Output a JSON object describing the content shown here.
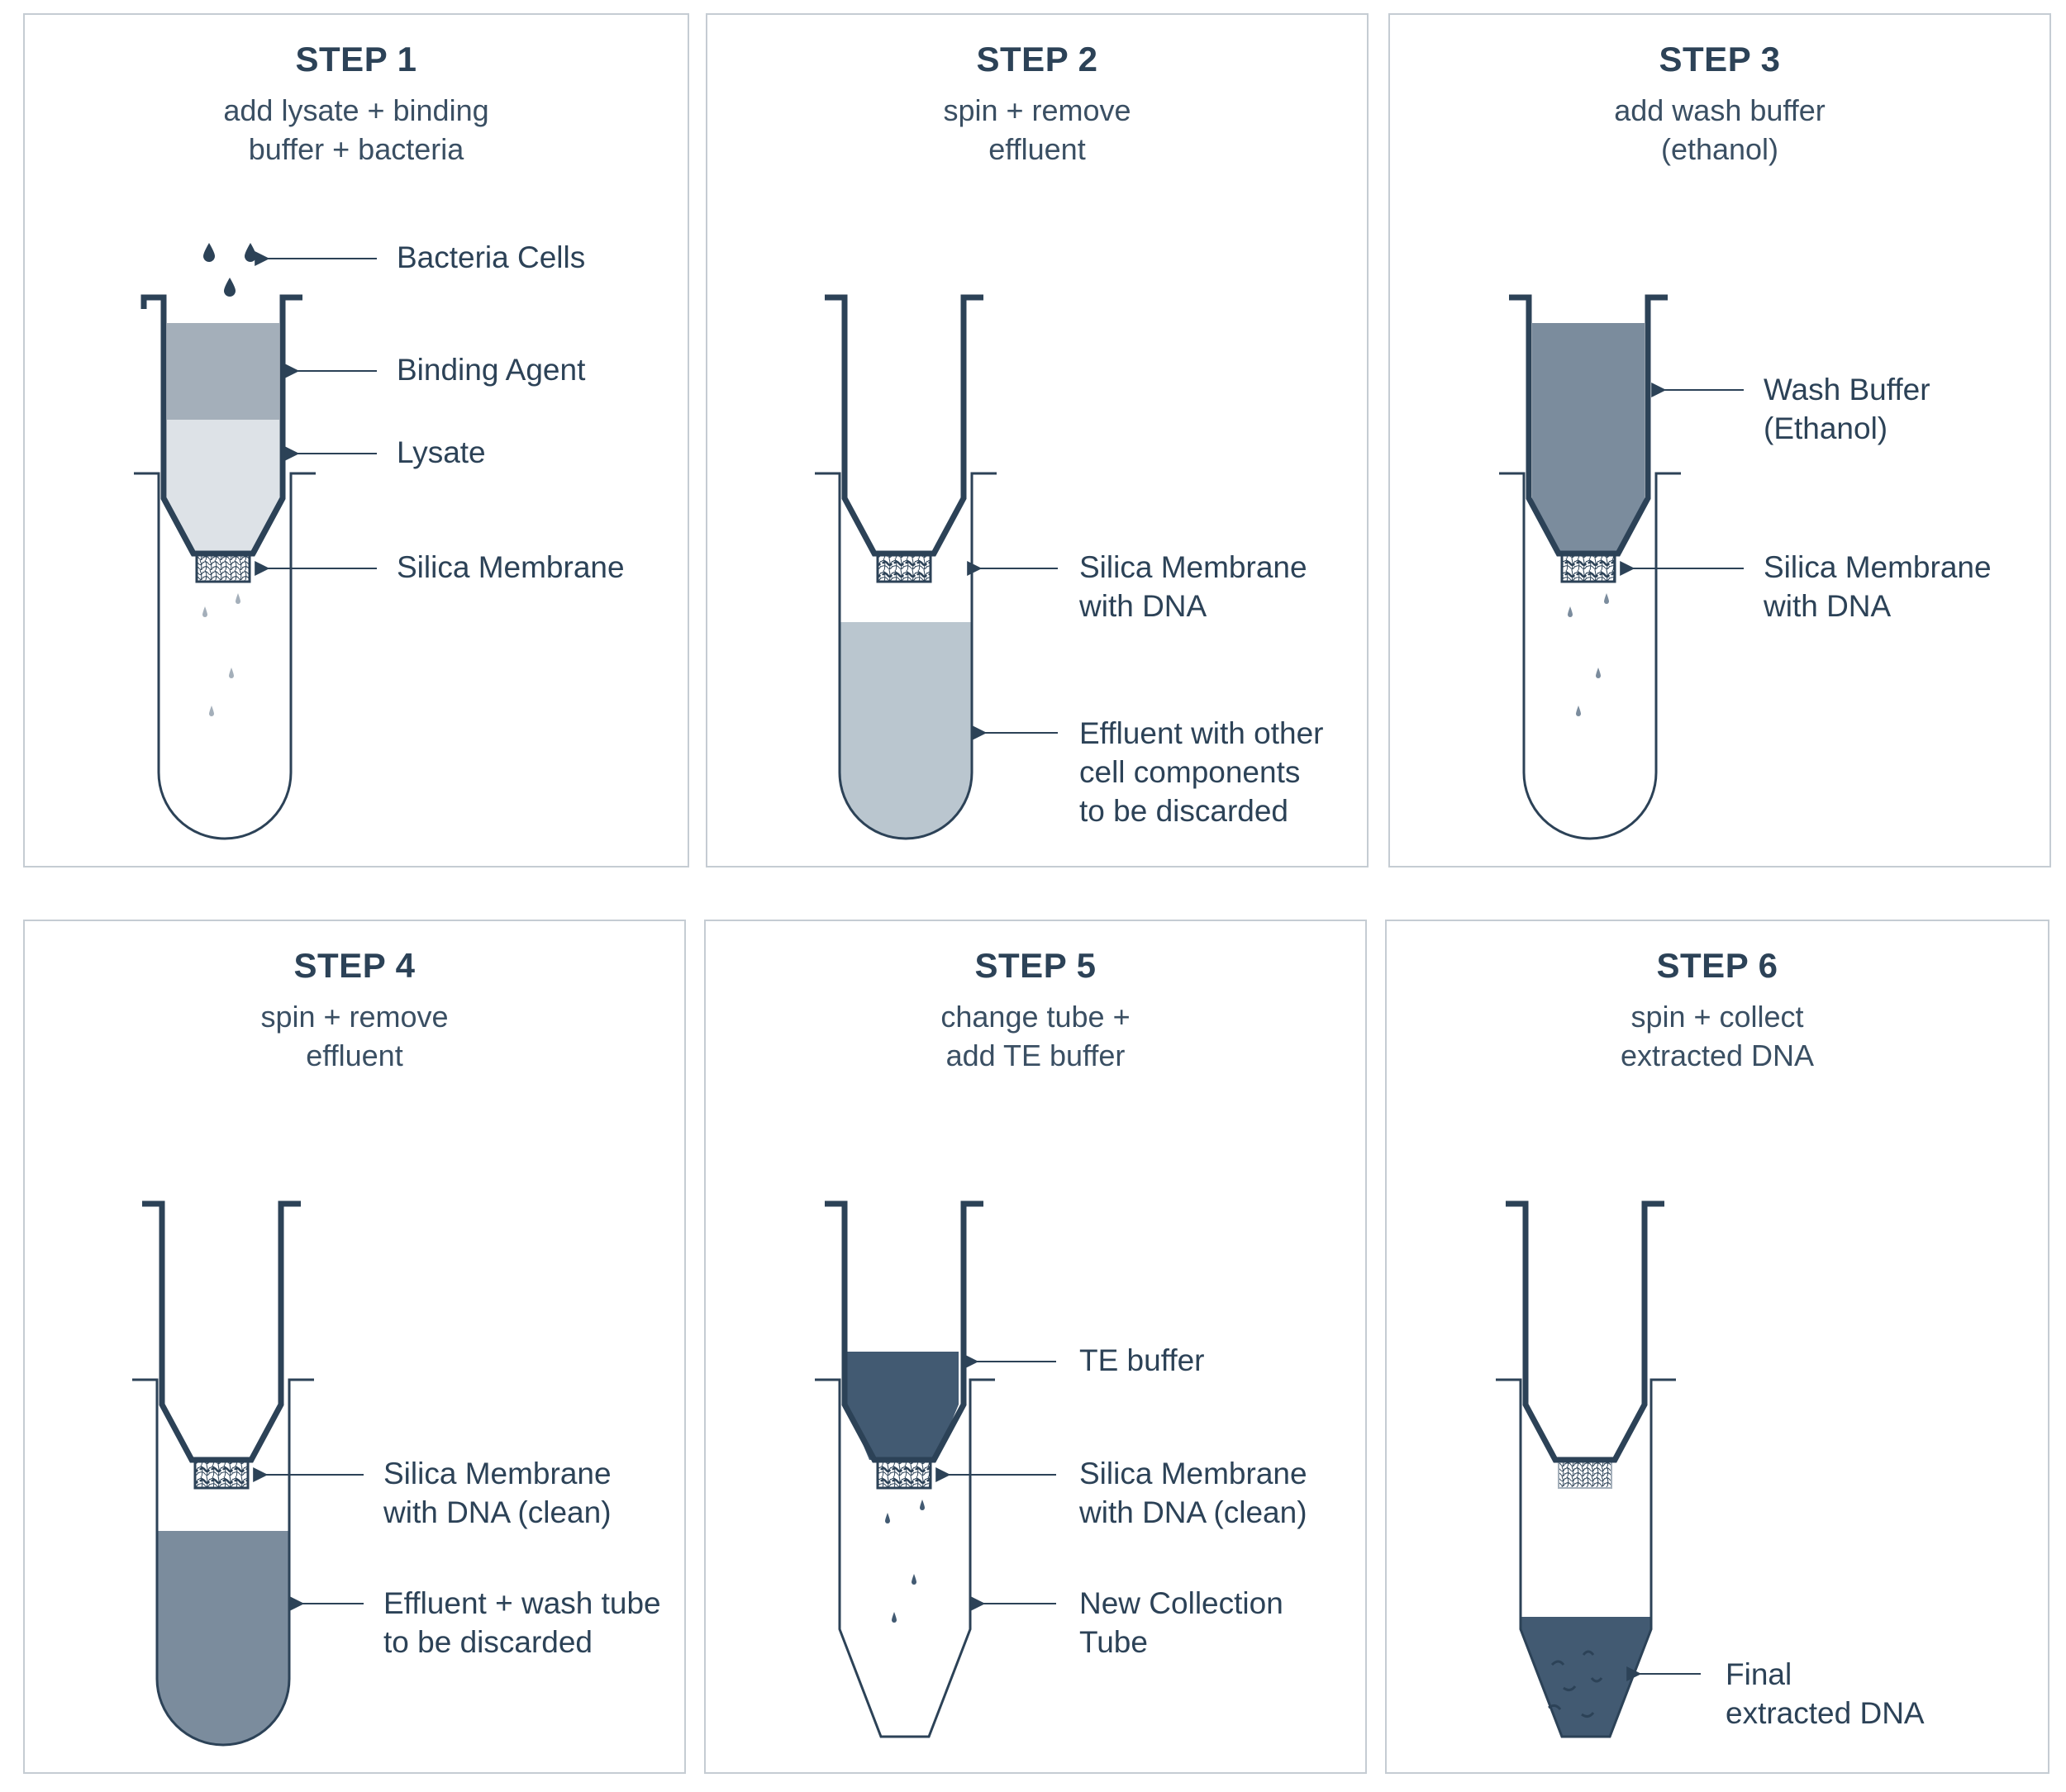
{
  "colors": {
    "ink": "#2c4257",
    "frame": "#c5ccd3",
    "light": "#dde2e7",
    "pale": "#bac6cf",
    "mid": "#a4afba",
    "slate": "#7b8c9d",
    "dark": "#425a72"
  },
  "steps": [
    {
      "title": "STEP 1",
      "subtitle": [
        "add lysate + binding",
        "buffer + bacteria"
      ],
      "labels": {
        "cells": "Bacteria Cells",
        "binding": "Binding Agent",
        "lysate": "Lysate",
        "membrane": "Silica Membrane"
      }
    },
    {
      "title": "STEP 2",
      "subtitle": [
        "spin + remove",
        "effluent"
      ],
      "labels": {
        "membrane": [
          "Silica Membrane",
          "with DNA"
        ],
        "effluent": [
          "Effluent with other",
          "cell components",
          "to be discarded"
        ]
      }
    },
    {
      "title": "STEP 3",
      "subtitle": [
        "add wash buffer",
        "(ethanol)"
      ],
      "labels": {
        "wash": [
          "Wash Buffer",
          "(Ethanol)"
        ],
        "membrane": [
          "Silica Membrane",
          "with DNA"
        ]
      }
    },
    {
      "title": "STEP 4",
      "subtitle": [
        "spin + remove",
        "effluent"
      ],
      "labels": {
        "membrane": [
          "Silica Membrane",
          "with DNA (clean)"
        ],
        "effluent": [
          "Effluent + wash tube",
          "to be discarded"
        ]
      }
    },
    {
      "title": "STEP 5",
      "subtitle": [
        "change tube +",
        "add TE buffer"
      ],
      "labels": {
        "te": "TE buffer",
        "membrane": [
          "Silica Membrane",
          "with DNA (clean)"
        ],
        "tube": [
          "New Collection",
          "Tube"
        ]
      }
    },
    {
      "title": "STEP 6",
      "subtitle": [
        "spin + collect",
        "extracted DNA"
      ],
      "labels": {
        "dna": [
          "Final",
          "extracted DNA"
        ]
      }
    }
  ]
}
